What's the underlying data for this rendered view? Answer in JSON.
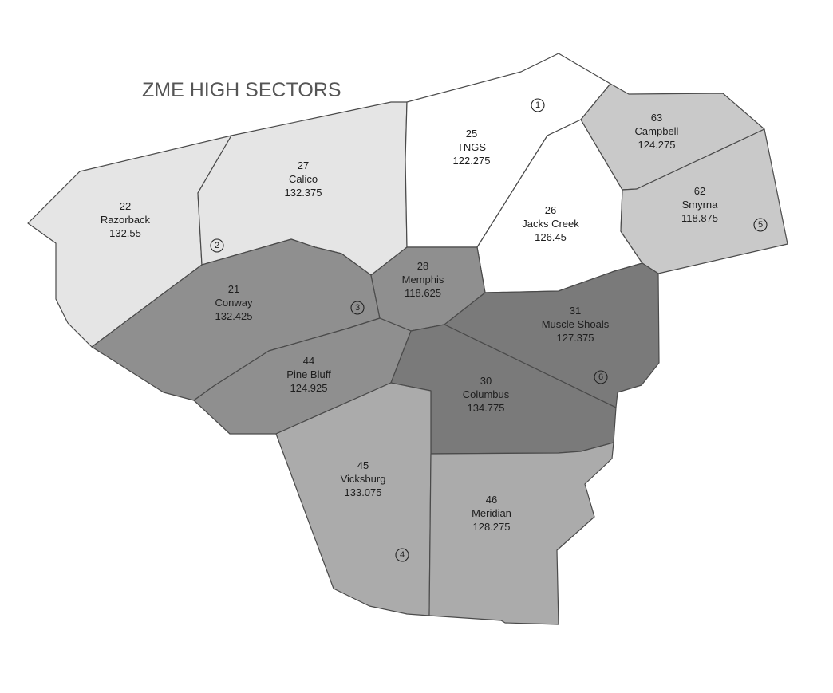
{
  "title": "ZME HIGH SECTORS",
  "colors": {
    "white": "#ffffff",
    "very_light": "#e5e5e5",
    "light": "#c9c9c9",
    "medium_light": "#ababab",
    "medium": "#8f8f8f",
    "dark": "#7a7a7a",
    "stroke": "#4a4a4a"
  },
  "sectors": [
    {
      "id": "22",
      "name": "Razorback",
      "frequency": "132.55"
    },
    {
      "id": "27",
      "name": "Calico",
      "frequency": "132.375"
    },
    {
      "id": "25",
      "name": "TNGS",
      "frequency": "122.275"
    },
    {
      "id": "26",
      "name": "Jacks Creek",
      "frequency": "126.45"
    },
    {
      "id": "63",
      "name": "Campbell",
      "frequency": "124.275"
    },
    {
      "id": "62",
      "name": "Smyrna",
      "frequency": "118.875"
    },
    {
      "id": "21",
      "name": "Conway",
      "frequency": "132.425"
    },
    {
      "id": "28",
      "name": "Memphis",
      "frequency": "118.625"
    },
    {
      "id": "31",
      "name": "Muscle Shoals",
      "frequency": "127.375"
    },
    {
      "id": "44",
      "name": "Pine Bluff",
      "frequency": "124.925"
    },
    {
      "id": "30",
      "name": "Columbus",
      "frequency": "134.775"
    },
    {
      "id": "45",
      "name": "Vicksburg",
      "frequency": "133.075"
    },
    {
      "id": "46",
      "name": "Meridian",
      "frequency": "128.275"
    }
  ],
  "area_markers": [
    {
      "label": "1"
    },
    {
      "label": "2"
    },
    {
      "label": "3"
    },
    {
      "label": "4"
    },
    {
      "label": "5"
    },
    {
      "label": "6"
    }
  ]
}
